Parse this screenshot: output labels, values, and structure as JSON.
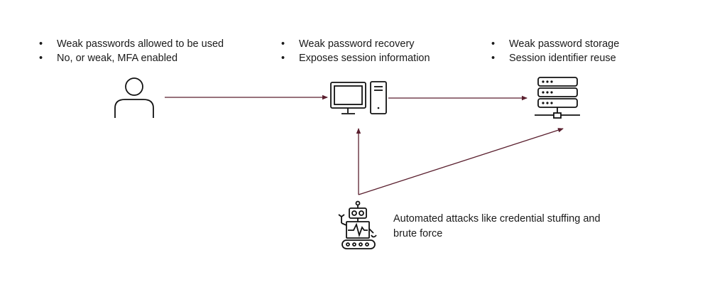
{
  "user": {
    "bullets": [
      "Weak passwords allowed to be used",
      "No, or weak, MFA enabled"
    ],
    "icon": "person-icon"
  },
  "computer": {
    "bullets": [
      "Weak password recovery",
      "Exposes session information"
    ],
    "icon": "desktop-computer-icon"
  },
  "server": {
    "bullets": [
      "Weak password storage",
      "Session identifier reuse"
    ],
    "icon": "server-icon"
  },
  "bot": {
    "caption": "Automated attacks like credential stuffing and brute force",
    "icon": "robot-icon"
  },
  "colors": {
    "arrow": "#5a1f2e",
    "icon": "#111111"
  }
}
